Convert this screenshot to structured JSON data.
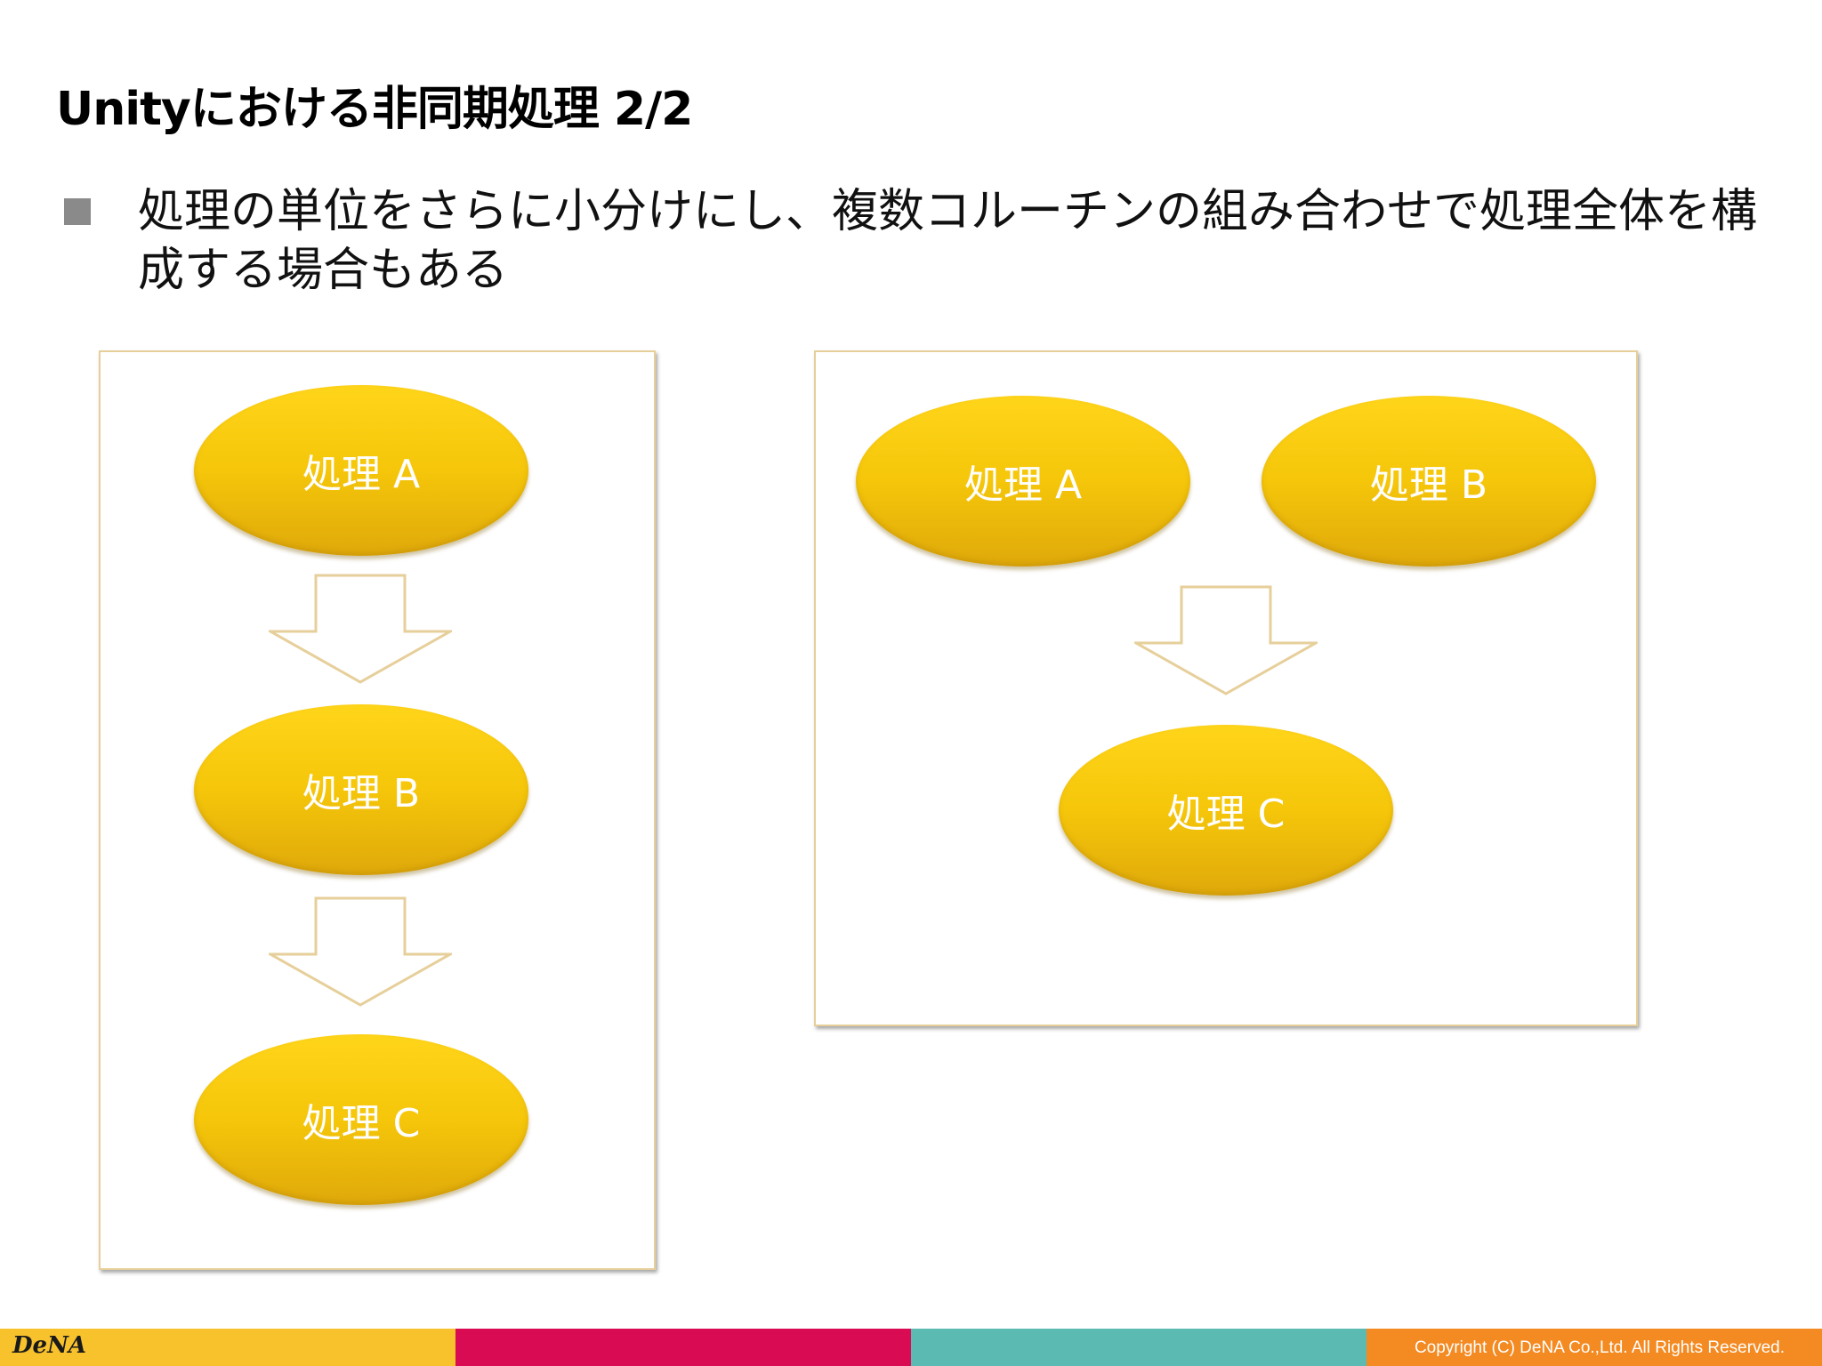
{
  "slide": {
    "title": "Unityにおける非同期処理 2/2",
    "bullet": "処理の単位をさらに小分けにし、複数コルーチンの組み合わせで処理全体を構成する場合もある"
  },
  "left_diagram": {
    "nodes": [
      "処理 A",
      "処理 B",
      "処理 C"
    ]
  },
  "right_diagram": {
    "nodes": [
      "処理 A",
      "処理 B",
      "処理 C"
    ]
  },
  "footer": {
    "logo": "DeNA",
    "copyright": "Copyright (C) DeNA Co.,Ltd. All Rights Reserved.",
    "colors": [
      "#f8c22d",
      "#d90b53",
      "#5bbab1",
      "#f38a22"
    ]
  },
  "colors": {
    "node_fill": "#f5c60a",
    "panel_border": "#e6cf9a",
    "arrow_stroke": "#e6cf9a"
  }
}
